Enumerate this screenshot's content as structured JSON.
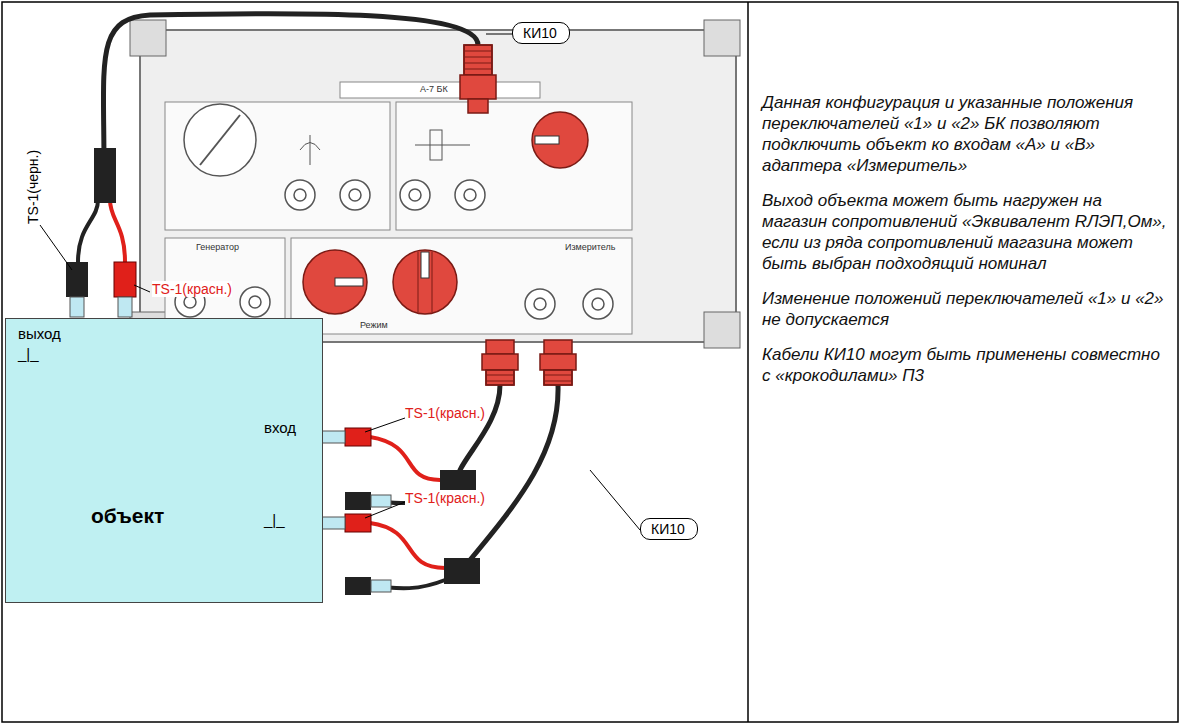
{
  "diagram": {
    "nodes": [
      {
        "text": [
          "выход",
          "_|_",
          "вход",
          "_|_",
          "объект"
        ]
      },
      {
        "text": [
          "КИ10"
        ]
      },
      {
        "text": [
          "КИ10"
        ]
      }
    ],
    "labels": [
      "TS-1(черн.)",
      "TS-1(красн.)",
      "TS-1(красн.)",
      "TS-1(красн.)",
      "А-7 БК",
      "Генератор",
      "Режим",
      "Измеритель",
      "Данная конфигурация и указанные положения переключателей «1» и «2» БК позволяют подключить объект ко входам «А» и «В» адаптера «Измеритель»",
      "Выход объекта может быть нагружен на магазин сопротивлений «Эквивалент RЛЭП,Ом», если из ряда сопротивлений магазина может быть выбран подходящий номинал",
      "Изменение положений переключателей «1» и «2» не допускается",
      "Кабели КИ10 могут быть применены совместно с «крокодилами» П3"
    ]
  }
}
